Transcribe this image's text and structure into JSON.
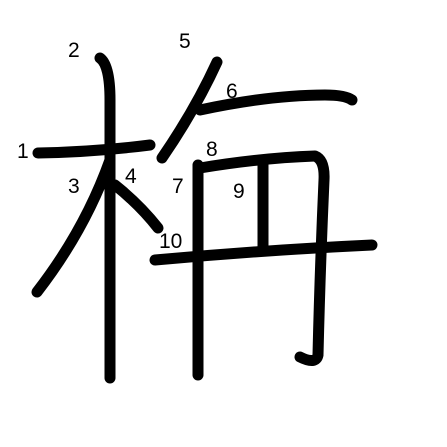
{
  "character": "栴",
  "colors": {
    "stroke": "#000000",
    "number": "#000000",
    "background": "#ffffff"
  },
  "stroke_numbers": [
    "1",
    "2",
    "3",
    "4",
    "5",
    "6",
    "7",
    "8",
    "9",
    "10"
  ]
}
